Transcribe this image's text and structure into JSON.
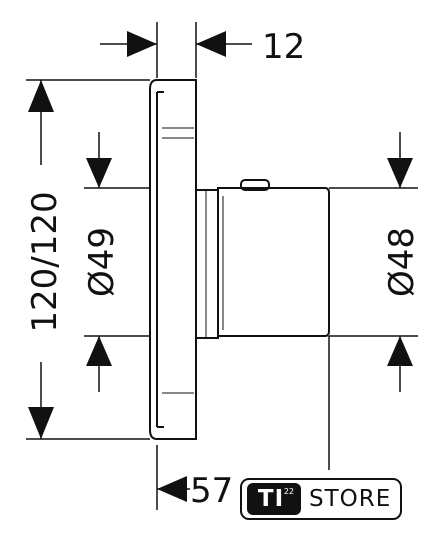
{
  "dimensions": {
    "top_width": "12",
    "total_height": "120/120",
    "left_diameter": "Ø49",
    "right_diameter": "Ø48",
    "bottom_depth": "57"
  },
  "badge": {
    "logo": "TI",
    "logo_superscript": "22",
    "label": "STORE"
  }
}
